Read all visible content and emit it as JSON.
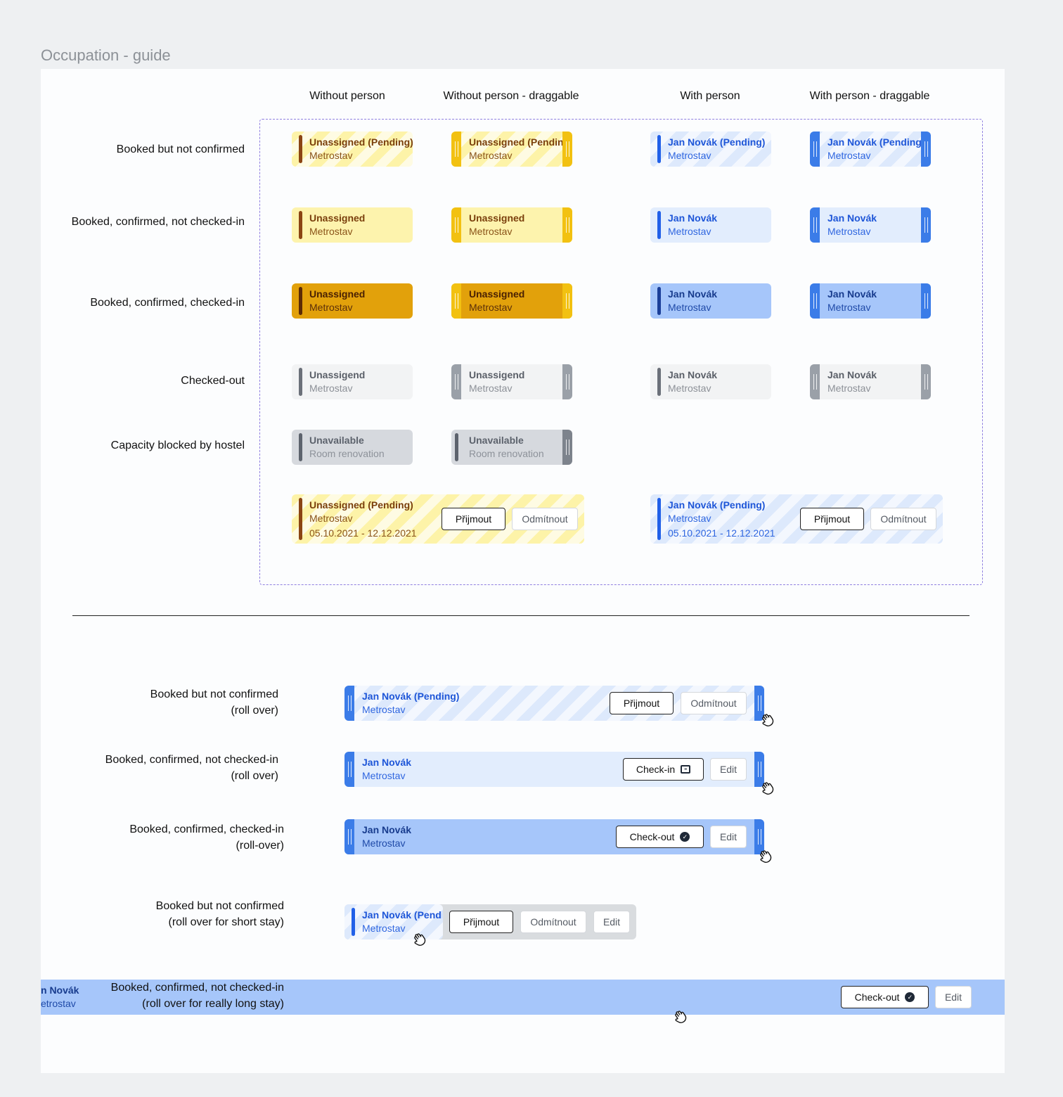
{
  "frame_title": "Occupation - guide",
  "columns": [
    "Without person",
    "Without person - draggable",
    "With person",
    "With person - draggable"
  ],
  "rows": [
    "Booked but not confirmed",
    "Booked, confirmed, not checked-in",
    "Booked, confirmed, checked-in",
    "Checked-out",
    "Capacity blocked by hostel"
  ],
  "cards": {
    "y_pending_name": "Unassigned (Pending)",
    "y_pending_name_cut": "Unassigned (Pending",
    "y_confirmed_name": "Unassigned",
    "company": "Metrostav",
    "b_pending_name": "Jan Novák (Pending)",
    "b_pending_name_cut": "Jan Novák (Pending)",
    "b_name": "Jan Novák",
    "g_name": "Unassigend",
    "blocked_name": "Unavailable",
    "blocked_reason": "Room renovation",
    "dates": "05.10.2021 - 12.12.2021"
  },
  "buttons": {
    "accept": "Přijmout",
    "decline": "Odmítnout",
    "checkin": "Check-in",
    "checkout": "Check-out",
    "edit": "Edit"
  },
  "rollover": {
    "r1": [
      "Booked but not confirmed",
      "(roll over)"
    ],
    "r2": [
      "Booked, confirmed, not checked-in",
      "(roll over)"
    ],
    "r3": [
      "Booked, confirmed, checked-in",
      "(roll-over)"
    ],
    "r4": [
      "Booked but not confirmed",
      "(roll over for short stay)"
    ],
    "r5": [
      "Booked, confirmed, not checked-in",
      "(roll over for really long stay)"
    ],
    "short_name": "Jan Novák (Pendi",
    "long_name_cut": "n Novák",
    "long_company_cut": "etrostav"
  },
  "colors": {
    "yellow_pending": "#fdf3a8",
    "yellow_confirmed": "#fdf3ad",
    "yellow_checked_in": "#e2a10b",
    "blue_pending": "#dde9fc",
    "blue_confirmed": "#e2edfd",
    "blue_checked_in": "#a6c6fa",
    "grey_checked_out": "#f2f3f4",
    "grey_blocked": "#d6d9de",
    "dashed_border": "#8f7fe0"
  },
  "icons": {
    "checkin": "id-card-icon",
    "checkout": "check-circle-icon",
    "cursor": "grab-hand-icon"
  }
}
